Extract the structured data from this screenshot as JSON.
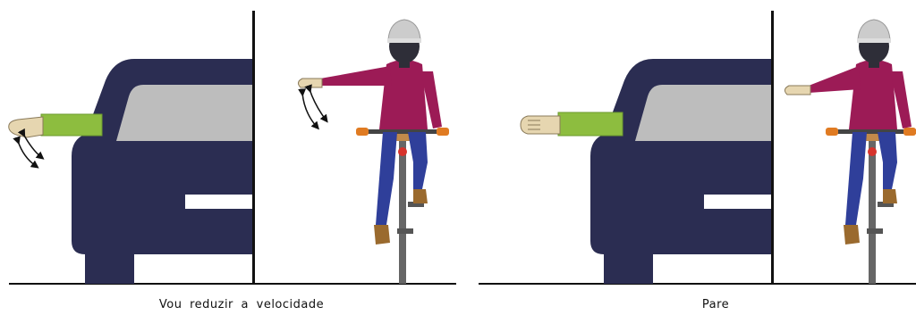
{
  "panels": [
    {
      "caption": "Vou reduzir a velocidade"
    },
    {
      "caption": "Pare"
    }
  ],
  "colors": {
    "car_body": "#2b2d52",
    "windshield": "#bdbdbd",
    "sleeve": "#8dbd3f",
    "hand": "#e6d6b0",
    "shirt": "#9c1b56",
    "jeans": "#2f3f9a",
    "helmet": "#cccccc",
    "head": "#2e2e38",
    "bike": "#666666",
    "handle_grip": "#e07b22",
    "seat": "#c28a4b",
    "shoe": "#9a6a2e",
    "reflector": "#d6332c",
    "line": "#111111"
  },
  "icons": [
    "curved-arrow-icon",
    "car-silhouette",
    "cyclist-figure"
  ]
}
